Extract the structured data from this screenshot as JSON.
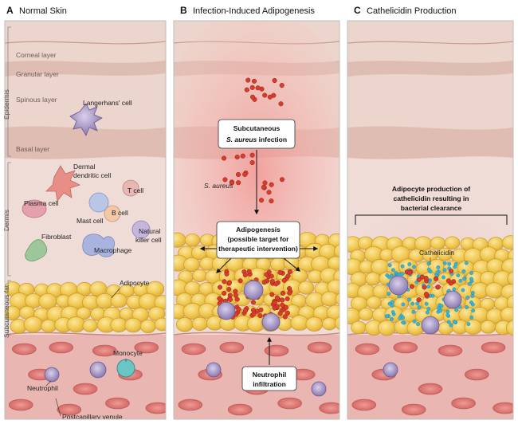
{
  "panels": [
    {
      "letter": "A",
      "title": "Normal Skin"
    },
    {
      "letter": "B",
      "title": "Infection-Induced Adipogenesis"
    },
    {
      "letter": "C",
      "title": "Cathelicidin Production"
    }
  ],
  "side_labels": {
    "epidermis": "Epidermis",
    "dermis": "Dermis",
    "subcutaneous_fat": "Subcutaneous fat"
  },
  "layers": {
    "corneal": "Corneal layer",
    "granular": "Granular layer",
    "spinous": "Spinous layer",
    "basal": "Basal layer"
  },
  "cells": {
    "langerhans": "Langerhans' cell",
    "dermal_dendritic_line1": "Dermal",
    "dermal_dendritic_line2": "dendritic cell",
    "t_cell": "T cell",
    "plasma_cell": "Plasma cell",
    "mast_cell": "Mast cell",
    "b_cell": "B cell",
    "natural_killer_line1": "Natural",
    "natural_killer_line2": "killer cell",
    "fibroblast": "Fibroblast",
    "macrophage": "Macrophage",
    "adipocyte": "Adipocyte",
    "monocyte": "Monocyte",
    "neutrophil": "Neutrophil",
    "postcapillary_venule": "Postcapillary venule"
  },
  "panel_b": {
    "infection_box_line1": "Subcutaneous",
    "infection_box_line2_italic": "S. aureus",
    "infection_box_line2_rest": " infection",
    "s_aureus_label": "S. aureus",
    "adipogenesis_line1": "Adipogenesis",
    "adipogenesis_line2": "(possible target for",
    "adipogenesis_line3": "therapeutic intervention)",
    "neutrophil_line1": "Neutrophil",
    "neutrophil_line2": "infiltration"
  },
  "panel_c": {
    "callout_line1": "Adipocyte production of",
    "callout_line2": "cathelicidin resulting in",
    "callout_line3": "bacterial clearance",
    "cathelicidin": "Cathelicidin"
  },
  "colors": {
    "epidermis": "#ecd5cc",
    "epidermis_dark": "#c99b91",
    "dermis": "#f0dcd7",
    "infection_glow": "#f4a8a4",
    "fat_yellow": "#f0c850",
    "fat_outline": "#c89a2c",
    "blood": "#e9b6b1",
    "rbc": "#d9716d",
    "bacteria": "#d93c2c",
    "cathelicidin": "#38b4d8",
    "immune_purple": "#8a78b0",
    "panel_border": "#bdbdbd",
    "box_border": "#333333"
  }
}
